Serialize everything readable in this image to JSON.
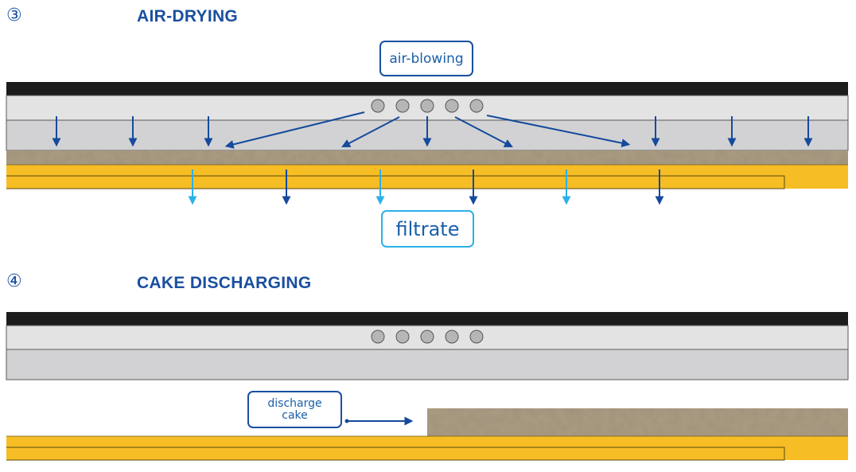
{
  "steps": [
    {
      "number": "③",
      "title": "AIR-DRYING",
      "labels": {
        "air_blowing": "air-blowing",
        "filtrate": "filtrate"
      }
    },
    {
      "number": "④",
      "title": "CAKE DISCHARGING",
      "labels": {
        "discharge_line1": "discharge",
        "discharge_line2": "cake"
      }
    }
  ],
  "colors": {
    "title_blue": "#1a4fa0",
    "arrow_dark_blue": "#154a9c",
    "arrow_light_blue": "#2bb0e8",
    "top_plate": "#1c1c1c",
    "chamber_light": "#e3e3e4",
    "chamber_mid": "#d2d2d4",
    "cake": "#a89a80",
    "filter_cloth": "#f6bd25",
    "nozzle": "#b6b6b8"
  }
}
